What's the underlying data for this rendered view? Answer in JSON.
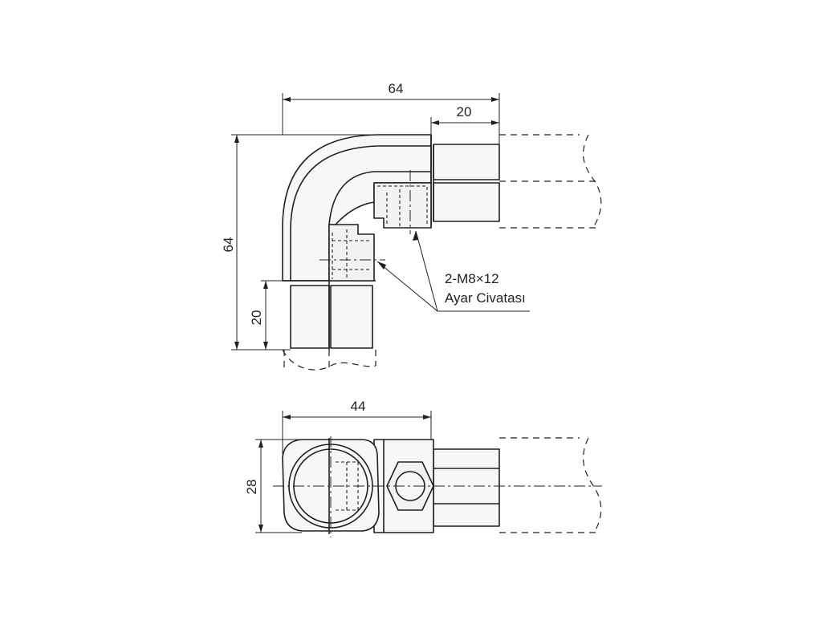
{
  "dimensions": {
    "front_width": "64",
    "front_branch_length": "20",
    "front_height": "64",
    "front_branch_height": "20",
    "top_width": "44",
    "top_depth": "28"
  },
  "callout": {
    "line1": "2-M8×12",
    "line2": "Ayar Civatası"
  },
  "colors": {
    "ink": "#231f20",
    "part_fill": "#f7f7f7",
    "background": "#ffffff"
  }
}
